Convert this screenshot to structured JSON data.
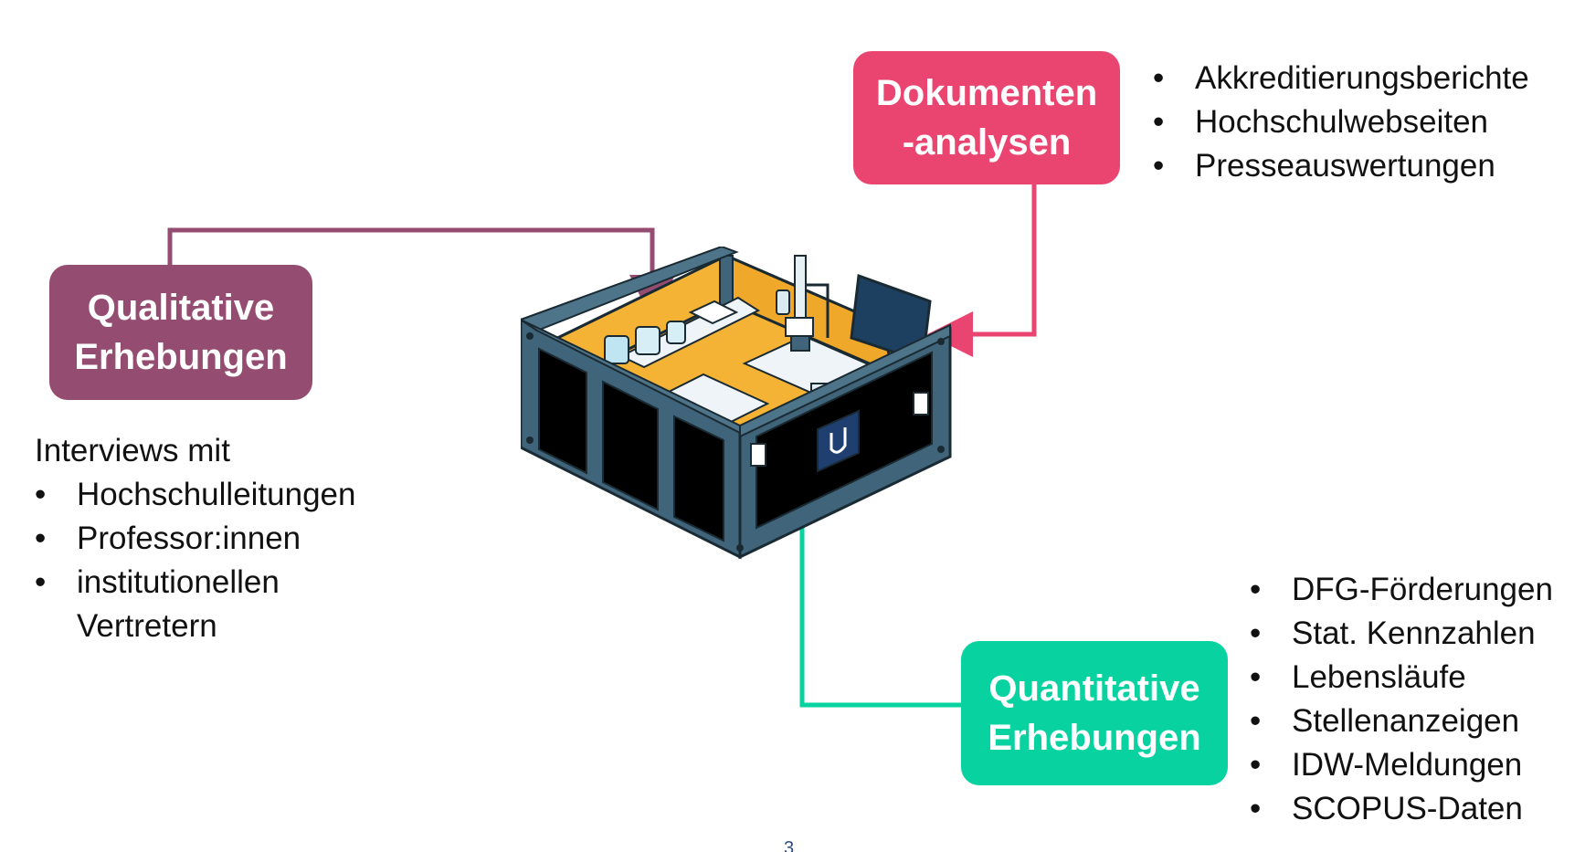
{
  "methods": {
    "qualitative": {
      "title_line1": "Qualitative",
      "title_line2": "Erhebungen",
      "color": "#944c70",
      "intro": "Interviews mit",
      "items": [
        "Hochschulleitungen",
        "Professor:innen",
        "institutionellen Vertretern"
      ]
    },
    "documents": {
      "title_line1": "Dokumenten",
      "title_line2": "-analysen",
      "color": "#ea4570",
      "items": [
        "Akkreditierungsberichte",
        "Hochschulwebseiten",
        "Presseauswertungen"
      ]
    },
    "quantitative": {
      "title_line1": "Quantitative",
      "title_line2": "Erhebungen",
      "color": "#07d2a0",
      "items": [
        "DFG-Förderungen",
        "Stat. Kennzahlen",
        "Lebensläufe",
        "Stellenanzeigen",
        "IDW-Meldungen",
        "SCOPUS-Daten"
      ]
    }
  },
  "illustration": {
    "icon": "lab-crate-illustration",
    "colors": {
      "crate": "#40657a",
      "interior": "#f5b335",
      "panel": "#000000",
      "emblem": "#1e3f70"
    }
  },
  "page_number": "3"
}
